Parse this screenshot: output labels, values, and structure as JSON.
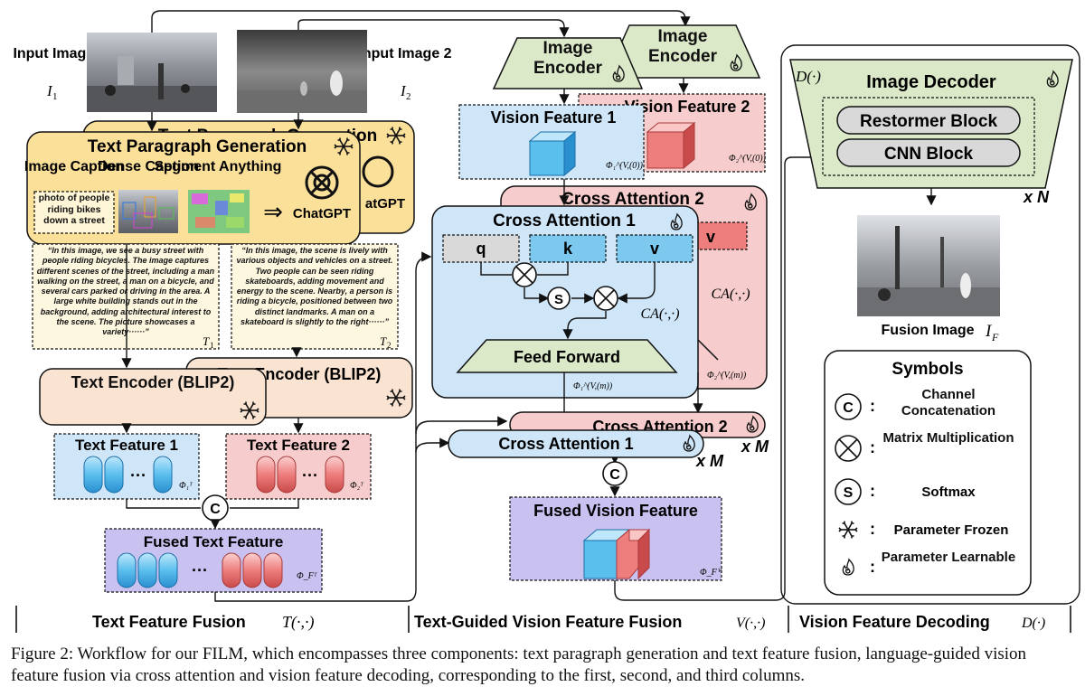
{
  "inputs": {
    "img1_label": "Input Image 1",
    "img1_sym": "I",
    "img2_label": "Input Image 2",
    "img2_sym": "I"
  },
  "textgen": {
    "title": "Text Paragraph Generation",
    "back_title": "Text Paragraph Generation",
    "image_caption": "Image Caption",
    "dense_caption": "Dense Caption",
    "segment_anything": "Segment Anything",
    "caption_text": "photo of people riding bikes down a street",
    "chatgpt": "ChatGPT",
    "chatgpt_back": "atGPT"
  },
  "paragraphs": {
    "p1": "“In this image, we see a busy street with people riding bicycles. The image captures different scenes of the street, including a man walking on the street, a man on a bicycle, and several cars parked or driving in the area. A large white building stands out in the background, adding architectural interest to the scene. The picture showcases a variety······”",
    "p2": "“In this image, the scene is lively with various objects and vehicles on a street. Two people can be seen riding skateboards, adding movement and energy to the scene. Nearby, a person is riding a bicycle, positioned between two distinct landmarks. A man on a skateboard is slightly to the right······”",
    "t1": "T",
    "t2": "T"
  },
  "text_encoder": {
    "front": "Text Encoder (BLIP2)",
    "back": "Text Encoder (BLIP2)"
  },
  "text_features": {
    "f1": "Text Feature 1",
    "f2": "Text Feature 2",
    "fused": "Fused Text Feature",
    "concat": "C",
    "dots": "···"
  },
  "column_labels": {
    "col1": "Text Feature Fusion",
    "col1_sym": "T(·,·)",
    "col2": "Text-Guided Vision Feature Fusion",
    "col2_sym": "V(·,·)",
    "col3": "Vision Feature Decoding",
    "col3_sym": "D(·)"
  },
  "vision": {
    "encoder": "Image Encoder",
    "encoder2": "Image Encoder",
    "vf1": "Vision Feature 1",
    "vf2": "Vision Feature 2",
    "ca1": "Cross Attention 1",
    "ca2": "Cross Attention 2",
    "q": "q",
    "k": "k",
    "v": "v",
    "v2": "v",
    "softmax": "S",
    "ca_sym": "CA(·,·)",
    "feed_forward": "Feed Forward",
    "ca1_small": "Cross Attention 1",
    "ca2_small": "Cross Attention 2",
    "repeat": "x M",
    "repeat2": "x M",
    "concat": "C",
    "fused": "Fused Vision Feature"
  },
  "decoder": {
    "sym": "D(·)",
    "title": "Image Decoder",
    "restormer": "Restormer Block",
    "cnn": "CNN Block",
    "repeat": "x N",
    "fusion_label": "Fusion Image",
    "fusion_sym": "I"
  },
  "symbols": {
    "title": "Symbols",
    "c_glyph": "C",
    "c_label": "Channel Concatenation",
    "x_label": "Matrix Multiplication",
    "s_glyph": "S",
    "s_label": "Softmax",
    "frozen_label": "Parameter Frozen",
    "learn_label": "Parameter Learnable"
  },
  "caption": "Figure 2: Workflow for our FILM, which encompasses three components: text paragraph generation and text feature fusion, language-guided vision feature fusion via cross attention and vision feature decoding, corresponding to the first, second, and third columns.",
  "colors": {
    "yellow": "#fbe09a",
    "peach": "#fbe3d1",
    "blue": "#cfe6f9",
    "pink": "#f6cccc",
    "purple": "#c9c2f0",
    "green": "#dbe9c8",
    "cyan_cap": "#7cc8ee",
    "red_cap": "#f08a8a"
  }
}
